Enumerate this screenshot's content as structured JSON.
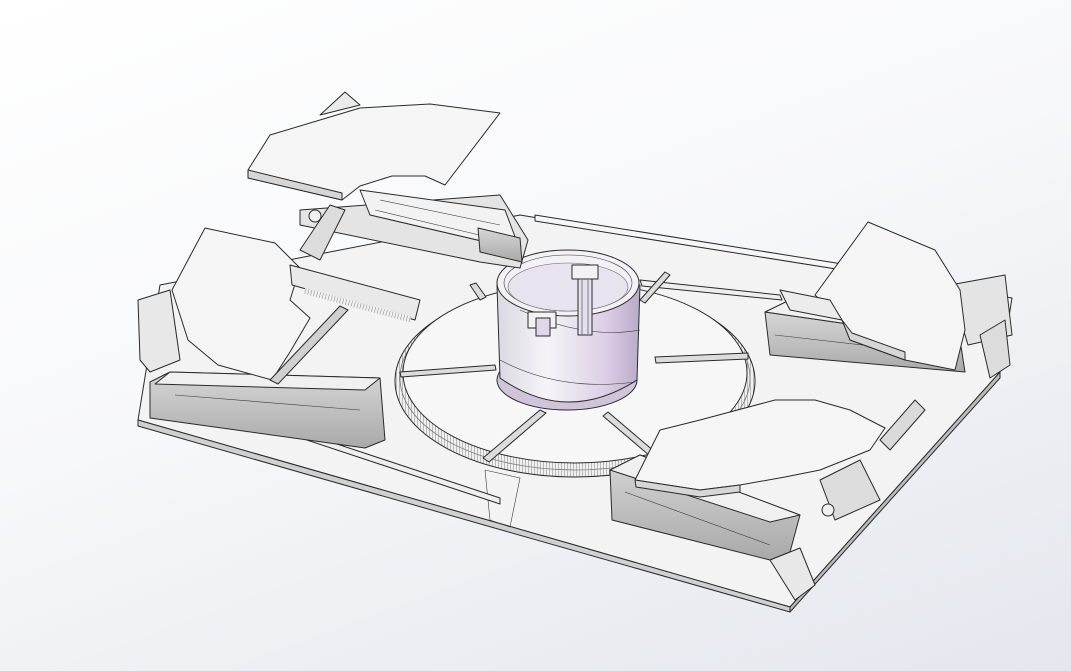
{
  "scene": {
    "subject": "cad-assembly-isometric",
    "arms": [
      "north-west",
      "west",
      "east",
      "south-east"
    ],
    "turntable_radial_slots": 8,
    "colors": {
      "background_light": "#ffffff",
      "background_dark": "#e4e7ee",
      "part_face": "#f4f4f4",
      "part_shade": "#c8c8c8",
      "part_dark": "#9a9a9a",
      "cylinder_tint": "#e3d9ea",
      "cylinder_shade": "#bfb3cc",
      "edge": "#2a2a2a"
    }
  }
}
